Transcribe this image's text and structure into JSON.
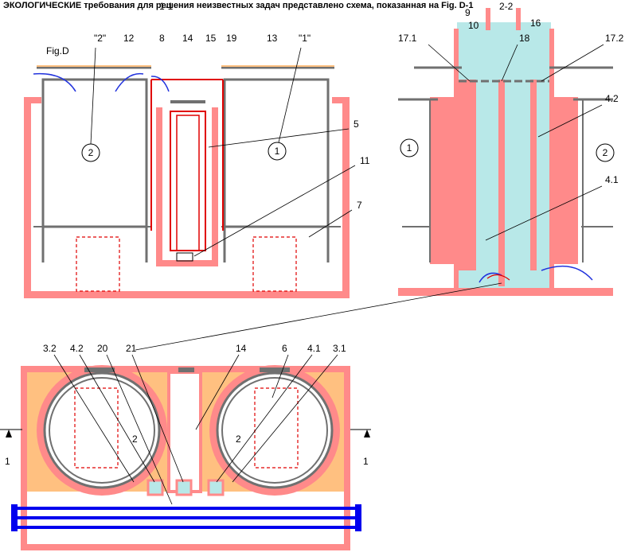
{
  "header": {
    "text": "ЭКОЛОГИЧЕСКИЕ требования для решения неизвестных задач представлено схема, показанная на Fig. D-1"
  },
  "sections": {
    "left": "1-1",
    "right": "2-2",
    "fig": "Fig.D",
    "q2": "\"2\"",
    "q1": "\"1\"",
    "cut_left": "1",
    "cut_right": "1"
  },
  "labels_top_left": [
    "12",
    "8",
    "14",
    "15",
    "19",
    "13",
    "5",
    "11",
    "7"
  ],
  "labels_top_right": [
    "9",
    "10",
    "16",
    "17.1",
    "18",
    "17.2",
    "4.2",
    "4.1"
  ],
  "labels_bottom": [
    "3.2",
    "4.2",
    "20",
    "21",
    "14",
    "6",
    "4.1",
    "3.1",
    "2",
    "2"
  ],
  "circle_numbers": [
    "2",
    "1",
    "1",
    "2"
  ],
  "colors": {
    "wall": "#ff8a8a",
    "fill_orange": "#ffc080",
    "cyan": "#b8e8e8",
    "red_line": "#e00000",
    "blue": "#0000ee",
    "gray": "#707070"
  }
}
